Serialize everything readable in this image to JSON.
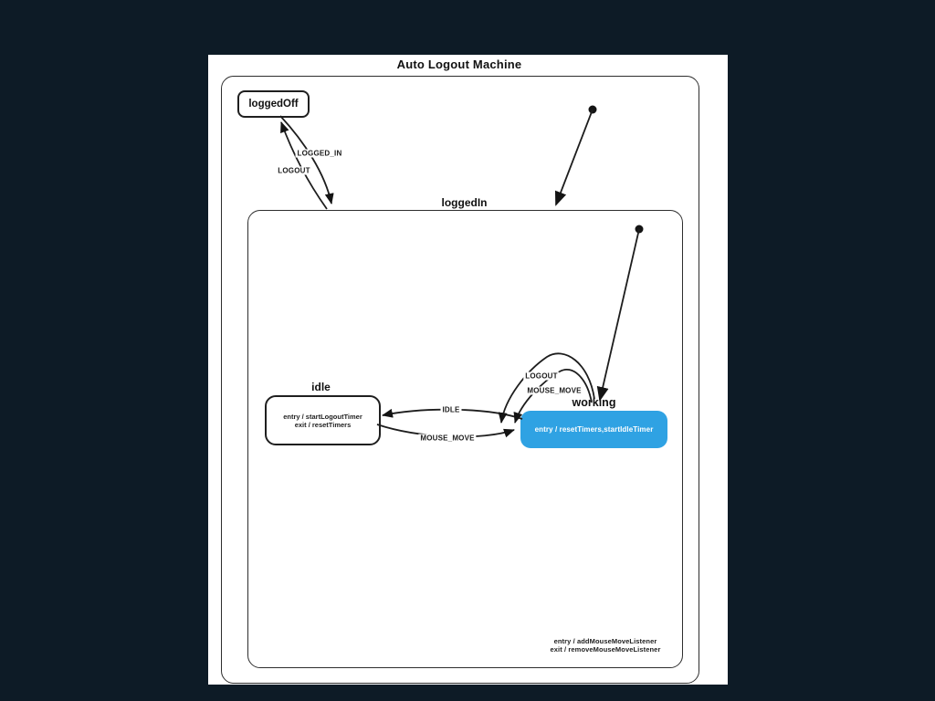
{
  "slide": {
    "background_color": "#0d1b26",
    "canvas_color": "#ffffff"
  },
  "machine": {
    "title": "Auto Logout Machine"
  },
  "states": {
    "loggedOff": {
      "label": "loggedOff"
    },
    "loggedIn": {
      "label": "loggedIn",
      "entry": "entry / addMouseMoveListener",
      "exit": "exit / removeMouseMoveListener"
    },
    "idle": {
      "label": "idle",
      "entry": "entry / startLogoutTimer",
      "exit": "exit / resetTimers"
    },
    "working": {
      "label": "working",
      "entry": "entry / resetTimers,startIdleTimer",
      "fill": "#2fa2e3"
    }
  },
  "events": {
    "logged_in": "LOGGED_IN",
    "logout": "LOGOUT",
    "idle": "IDLE",
    "mouse_move": "MOUSE_MOVE",
    "logout_self": "LOGOUT",
    "mouse_move_self": "MOUSE_MOVE"
  }
}
